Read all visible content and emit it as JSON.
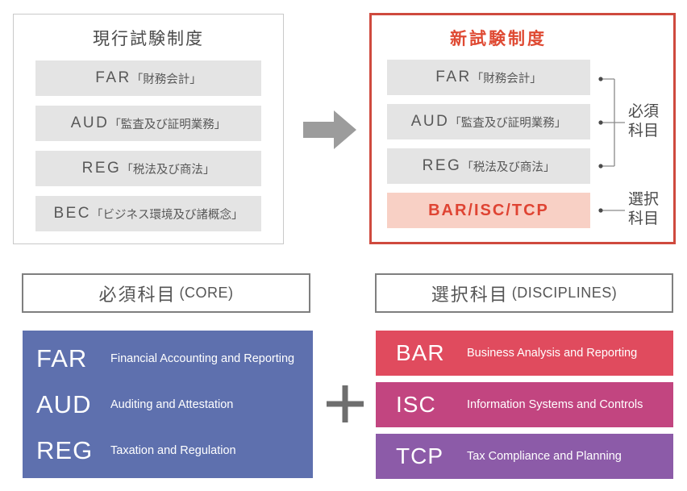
{
  "colors": {
    "accent_red_text": "#df4a33",
    "red_border": "#cf4a3e",
    "pink_bg": "#f8d0c5",
    "gray_bar": "#e4e4e4",
    "core_blue": "#5e70ae",
    "bar_red": "#e04b5e",
    "isc_magenta": "#c24580",
    "tcp_purple": "#8c5ba8",
    "arrow_gray": "#9c9c9c",
    "plus_gray": "#6e6e6e",
    "text_gray": "#4a4a4a"
  },
  "current_system": {
    "title": "現行試験制度",
    "items": [
      {
        "code": "FAR",
        "label": "「財務会計」"
      },
      {
        "code": "AUD",
        "label": "「監査及び証明業務」"
      },
      {
        "code": "REG",
        "label": "「税法及び商法」"
      },
      {
        "code": "BEC",
        "label": "「ビジネス環境及び諸概念」"
      }
    ]
  },
  "new_system": {
    "title": "新試験制度",
    "core_items": [
      {
        "code": "FAR",
        "label": "「財務会計」"
      },
      {
        "code": "AUD",
        "label": "「監査及び証明業務」"
      },
      {
        "code": "REG",
        "label": "「税法及び商法」"
      }
    ],
    "elective_item": "BAR/ISC/TCP",
    "core_label": {
      "line1": "必須",
      "line2": "科目"
    },
    "elective_label": {
      "line1": "選択",
      "line2": "科目"
    }
  },
  "core_section": {
    "header_jp": "必須科目",
    "header_en": "(CORE)",
    "rows": [
      {
        "code": "FAR",
        "name": "Financial Accounting and Reporting"
      },
      {
        "code": "AUD",
        "name": "Auditing and Attestation"
      },
      {
        "code": "REG",
        "name": "Taxation and Regulation"
      }
    ]
  },
  "disciplines_section": {
    "header_jp": "選択科目",
    "header_en": "(DISCIPLINES)",
    "rows": [
      {
        "code": "BAR",
        "name": "Business Analysis and Reporting",
        "color": "#e04b5e"
      },
      {
        "code": "ISC",
        "name": "Information Systems and Controls",
        "color": "#c24580"
      },
      {
        "code": "TCP",
        "name": "Tax Compliance and Planning",
        "color": "#8c5ba8"
      }
    ]
  },
  "icons": {
    "arrow": "right-arrow",
    "plus": "plus"
  }
}
